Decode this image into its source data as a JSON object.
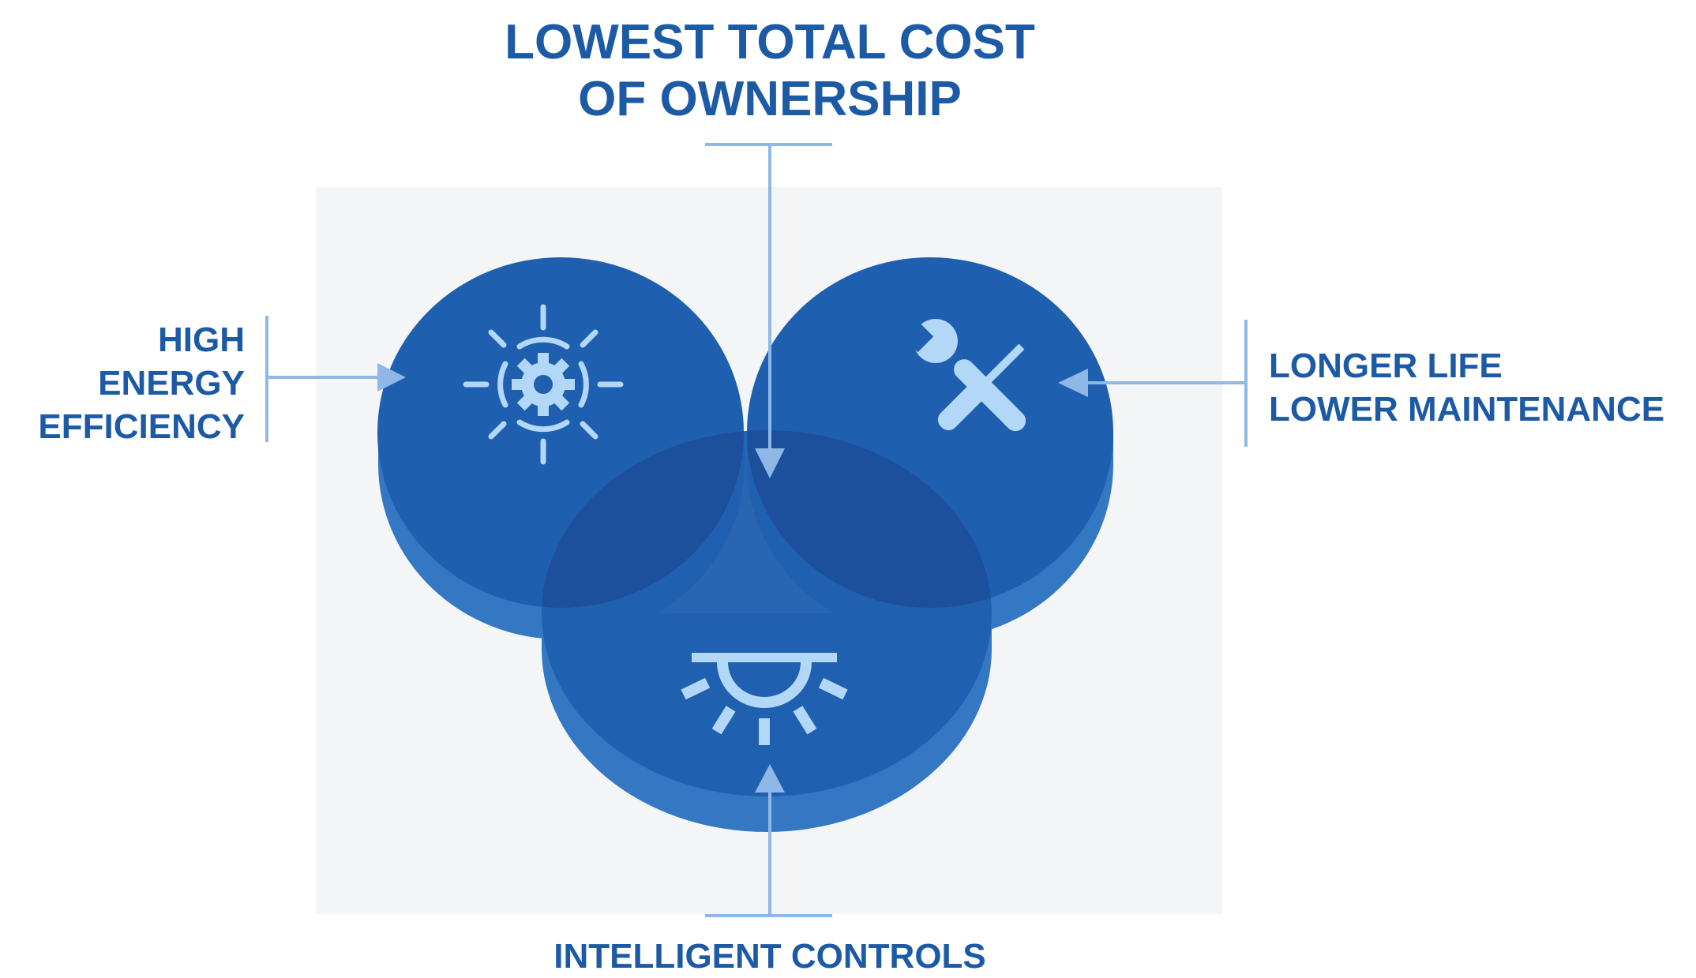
{
  "diagram": {
    "type": "venn",
    "center_label": {
      "line1": "LOWEST TOTAL COST",
      "line2": "OF OWNERSHIP"
    },
    "circles": [
      {
        "id": "energy",
        "label_lines": [
          "HIGH",
          "ENERGY",
          "EFFICIENCY"
        ],
        "icon": "gear-sun-icon"
      },
      {
        "id": "maintenance",
        "label_lines": [
          "LONGER LIFE",
          "LOWER MAINTENANCE"
        ],
        "icon": "wrench-screwdriver-icon"
      },
      {
        "id": "controls",
        "label_lines": [
          "INTELLIGENT CONTROLS"
        ],
        "icon": "light-fixture-icon"
      }
    ],
    "colors": {
      "disk_top": "#1f5fb0",
      "disk_side": "#3478c4",
      "overlap": "#1c4f9c",
      "center_overlap": "#1a6ac2",
      "label": "#1c5aa6",
      "connector": "#8fb8e6",
      "icon": "#b3d7f7",
      "background_panel": "#f4f5f7"
    }
  }
}
